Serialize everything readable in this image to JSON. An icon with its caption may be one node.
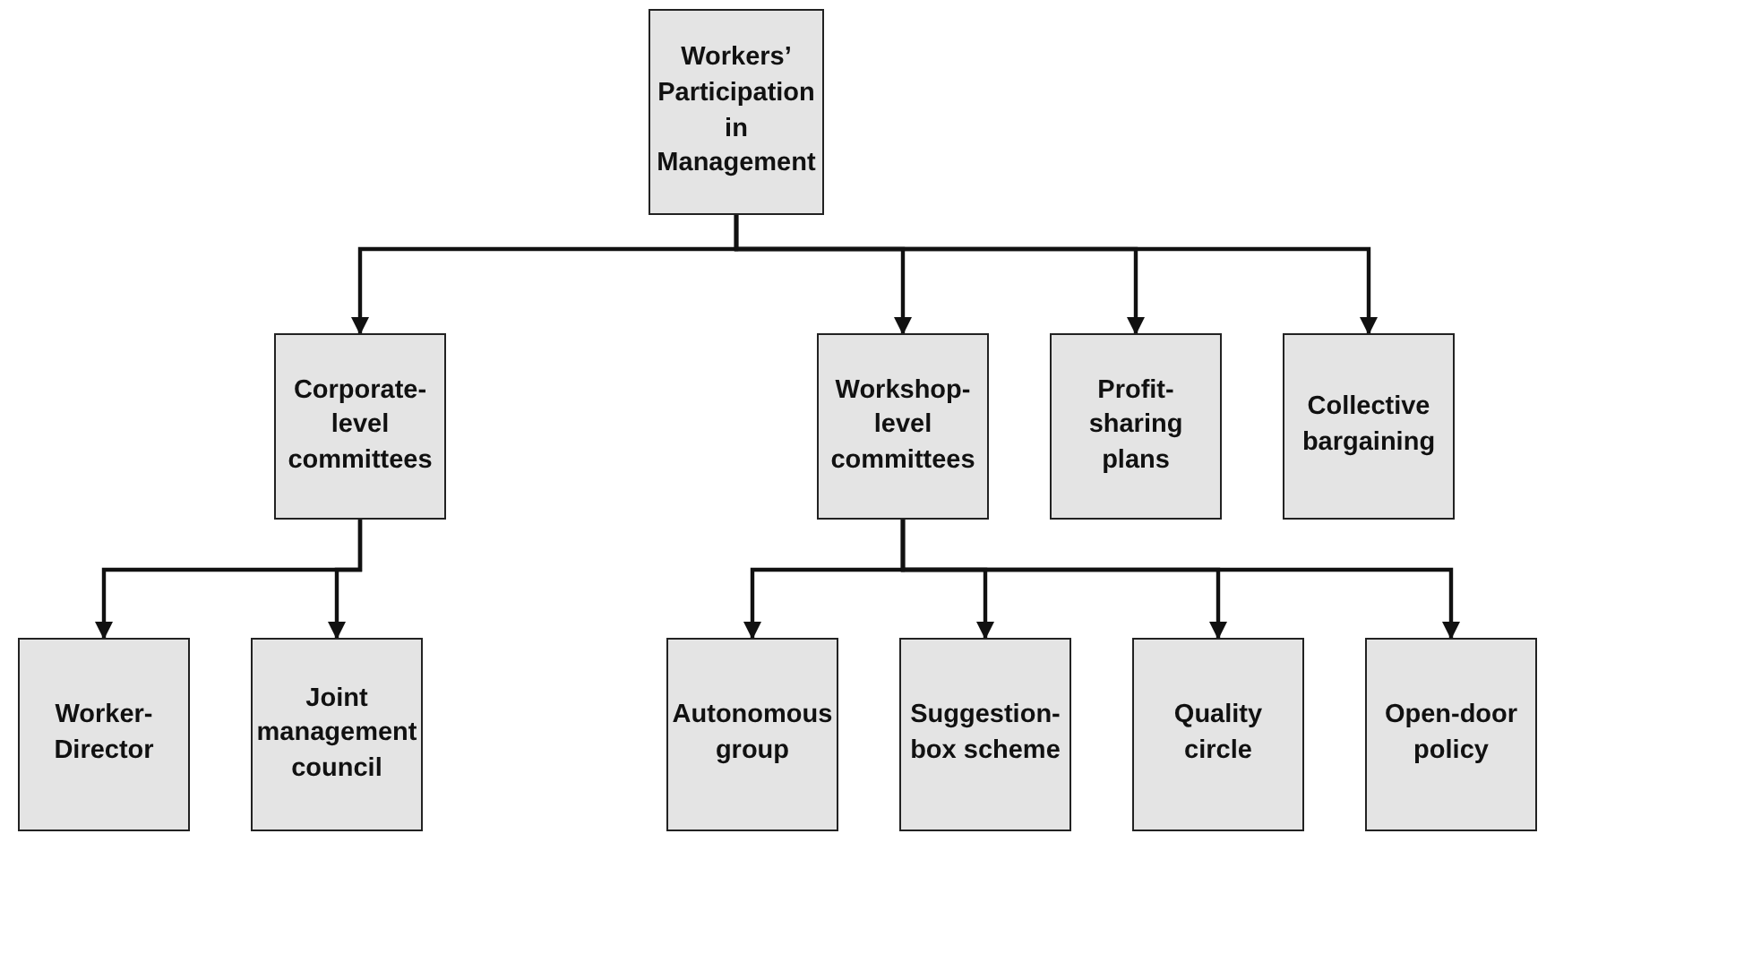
{
  "diagram": {
    "nodes": [
      {
        "text": [
          "Workers’ Participation in Management"
        ]
      },
      {
        "text": [
          "Corporate-level committees"
        ]
      },
      {
        "text": [
          "Workshop-level committees"
        ]
      },
      {
        "text": [
          "Profit-sharing plans"
        ]
      },
      {
        "text": [
          "Collective bargaining"
        ]
      },
      {
        "text": [
          "Worker-Director"
        ]
      },
      {
        "text": [
          "Joint management council"
        ]
      },
      {
        "text": [
          "Autonomous group"
        ]
      },
      {
        "text": [
          "Suggestion-box scheme"
        ]
      },
      {
        "text": [
          "Quality circle"
        ]
      },
      {
        "text": [
          "Open-door policy"
        ]
      }
    ],
    "edges": [
      {
        "from": 0,
        "to": 1,
        "arrow": "to"
      },
      {
        "from": 0,
        "to": 2,
        "arrow": "to"
      },
      {
        "from": 0,
        "to": 3,
        "arrow": "to"
      },
      {
        "from": 0,
        "to": 4,
        "arrow": "to"
      },
      {
        "from": 1,
        "to": 5,
        "arrow": "to"
      },
      {
        "from": 1,
        "to": 6,
        "arrow": "to"
      },
      {
        "from": 2,
        "to": 7,
        "arrow": "to"
      },
      {
        "from": 2,
        "to": 8,
        "arrow": "to"
      },
      {
        "from": 2,
        "to": 9,
        "arrow": "to"
      },
      {
        "from": 2,
        "to": 10,
        "arrow": "to"
      }
    ]
  }
}
